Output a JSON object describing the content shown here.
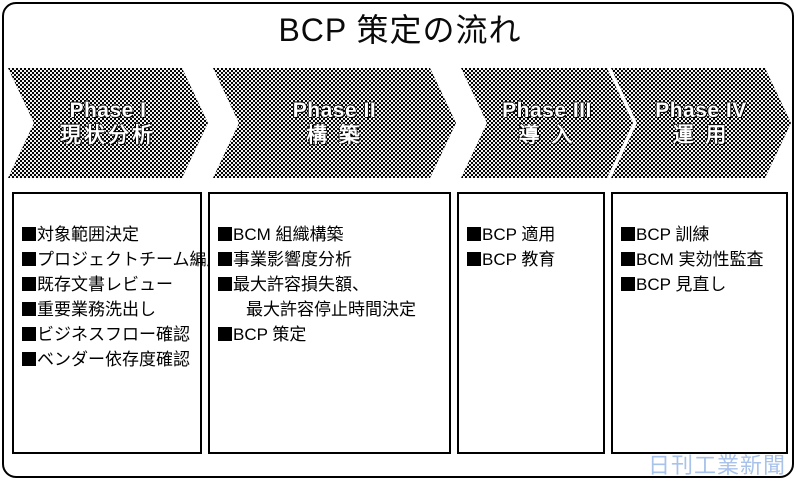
{
  "diagram": {
    "title": "BCP 策定の流れ",
    "watermark": "日刊工業新聞",
    "phases": [
      {
        "en": "Phase I",
        "jp": "現状分析",
        "items": [
          {
            "text": "対象範囲決定",
            "bullet": true
          },
          {
            "text": "プロジェクトチーム編成",
            "bullet": true
          },
          {
            "text": "既存文書レビュー",
            "bullet": true
          },
          {
            "text": "重要業務洗出し",
            "bullet": true
          },
          {
            "text": "ビジネスフロー確認",
            "bullet": true
          },
          {
            "text": "ベンダー依存度確認",
            "bullet": true
          }
        ]
      },
      {
        "en": "Phase II",
        "jp": "構 築",
        "items": [
          {
            "text": "BCM 組織構築",
            "bullet": true
          },
          {
            "text": "事業影響度分析",
            "bullet": true
          },
          {
            "text": "最大許容損失額、",
            "bullet": true
          },
          {
            "text": "最大許容停止時間決定",
            "bullet": false
          },
          {
            "text": "BCP 策定",
            "bullet": true
          }
        ]
      },
      {
        "en": "Phase III",
        "jp": "導 入",
        "items": [
          {
            "text": "BCP 適用",
            "bullet": true
          },
          {
            "text": "BCP 教育",
            "bullet": true
          }
        ]
      },
      {
        "en": "Phase IV",
        "jp": "運 用",
        "items": [
          {
            "text": "BCP 訓練",
            "bullet": true
          },
          {
            "text": "BCM 実効性監査",
            "bullet": true
          },
          {
            "text": "BCP 見直し",
            "bullet": true
          }
        ]
      }
    ],
    "colors": {
      "frame": "#000000",
      "arrow_fill": "#050505",
      "arrow_text": "#ffffff",
      "body_text": "#000000",
      "watermark": "#a9c2ea"
    }
  }
}
